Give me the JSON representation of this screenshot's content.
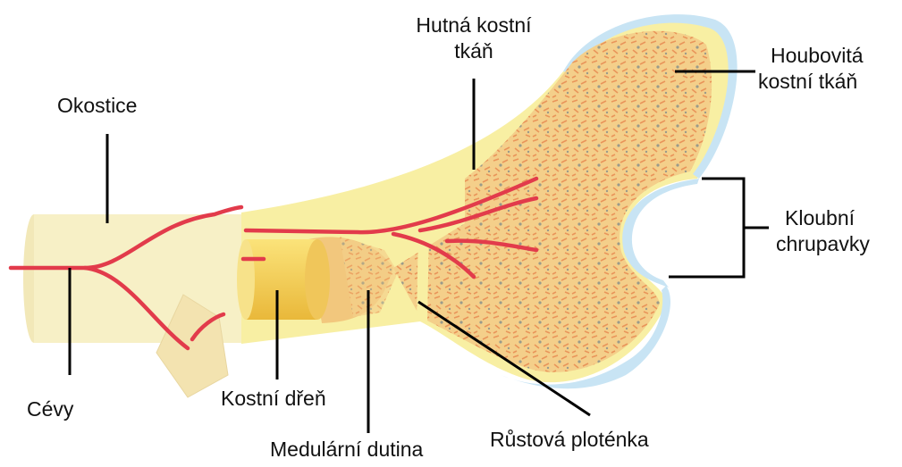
{
  "labels": {
    "okostice": "Okostice",
    "cevy": "Cévy",
    "hutna_line1": "Hutná kostní",
    "hutna_line2": "tkáň",
    "houbovita_line1": "Houbovitá",
    "houbovita_line2": "kostní tkáň",
    "kloubni_line1": "Kloubní",
    "kloubni_line2": "chrupavky",
    "kostni_dren": "Kostní dřeň",
    "medularni": "Medulární dutina",
    "rustova": "Růstová ploténka"
  },
  "colors": {
    "periosteum": "#f7f0c6",
    "compact_bone": "#f8efa3",
    "spongy_bone": "#f2c77d",
    "marrow": "#f7d84a",
    "cartilage": "#c8e4f4",
    "vessels": "#e23b4b",
    "leader_lines": "#000000"
  }
}
